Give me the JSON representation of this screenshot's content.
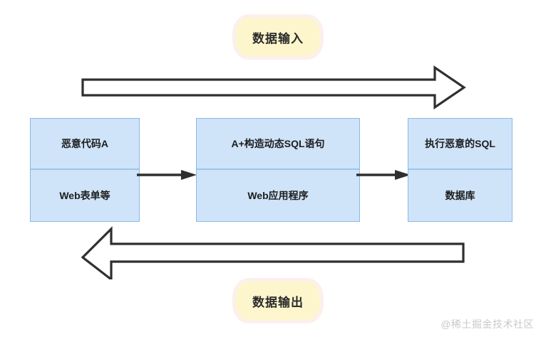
{
  "diagram": {
    "title_top_badge": "数据输入",
    "title_bottom_badge": "数据输出",
    "colors": {
      "box_fill": "#cfe4f9",
      "box_border": "#8bb9e6",
      "badge_fill": "#fdf6cd",
      "badge_glow": "#fae4de",
      "arrow_stroke": "#2f2f2f",
      "watermark": "#c9c9c9",
      "background": "#ffffff"
    },
    "flow_arrows": {
      "top": {
        "label": "数据输入",
        "direction": "right"
      },
      "bottom": {
        "label": "数据输出",
        "direction": "left"
      }
    },
    "boxes": [
      {
        "top": "恶意代码A",
        "bottom": "Web表单等"
      },
      {
        "top": "A+构造动态SQL语句",
        "bottom": "Web应用程序"
      },
      {
        "top": "执行恶意的SQL",
        "bottom": "数据库"
      }
    ],
    "connectors": [
      {
        "from": "恶意代码A",
        "to": "A+构造动态SQL语句",
        "direction": "right"
      },
      {
        "from": "A+构造动态SQL语句",
        "to": "执行恶意的SQL",
        "direction": "right"
      }
    ],
    "watermark": "@稀土掘金技术社区"
  }
}
